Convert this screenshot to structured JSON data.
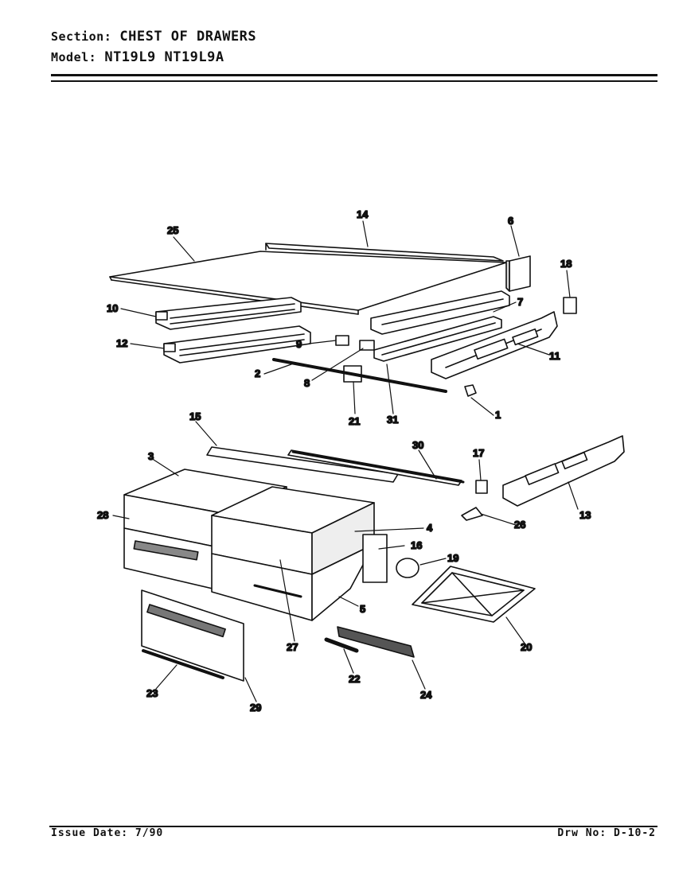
{
  "header": {
    "section_label": "Section:",
    "section_value": "CHEST OF DRAWERS",
    "model_label": "Model:",
    "model_value": "NT19L9  NT19L9A"
  },
  "footer": {
    "issue_date": "Issue Date: 7/90",
    "drawing_no": "Drw No: D-10-2"
  },
  "callouts": {
    "c1": "1",
    "c2": "2",
    "c3": "3",
    "c4": "4",
    "c5": "5",
    "c6": "6",
    "c7": "7",
    "c8": "8",
    "c9": "9",
    "c10": "10",
    "c11": "11",
    "c12": "12",
    "c13": "13",
    "c14": "14",
    "c15": "15",
    "c16": "16",
    "c17": "17",
    "c18": "18",
    "c19": "19",
    "c20": "20",
    "c21": "21",
    "c22": "22",
    "c23": "23",
    "c24": "24",
    "c25": "25",
    "c26": "26",
    "c27": "27",
    "c28": "28",
    "c29": "29",
    "c30": "30",
    "c31": "31"
  }
}
